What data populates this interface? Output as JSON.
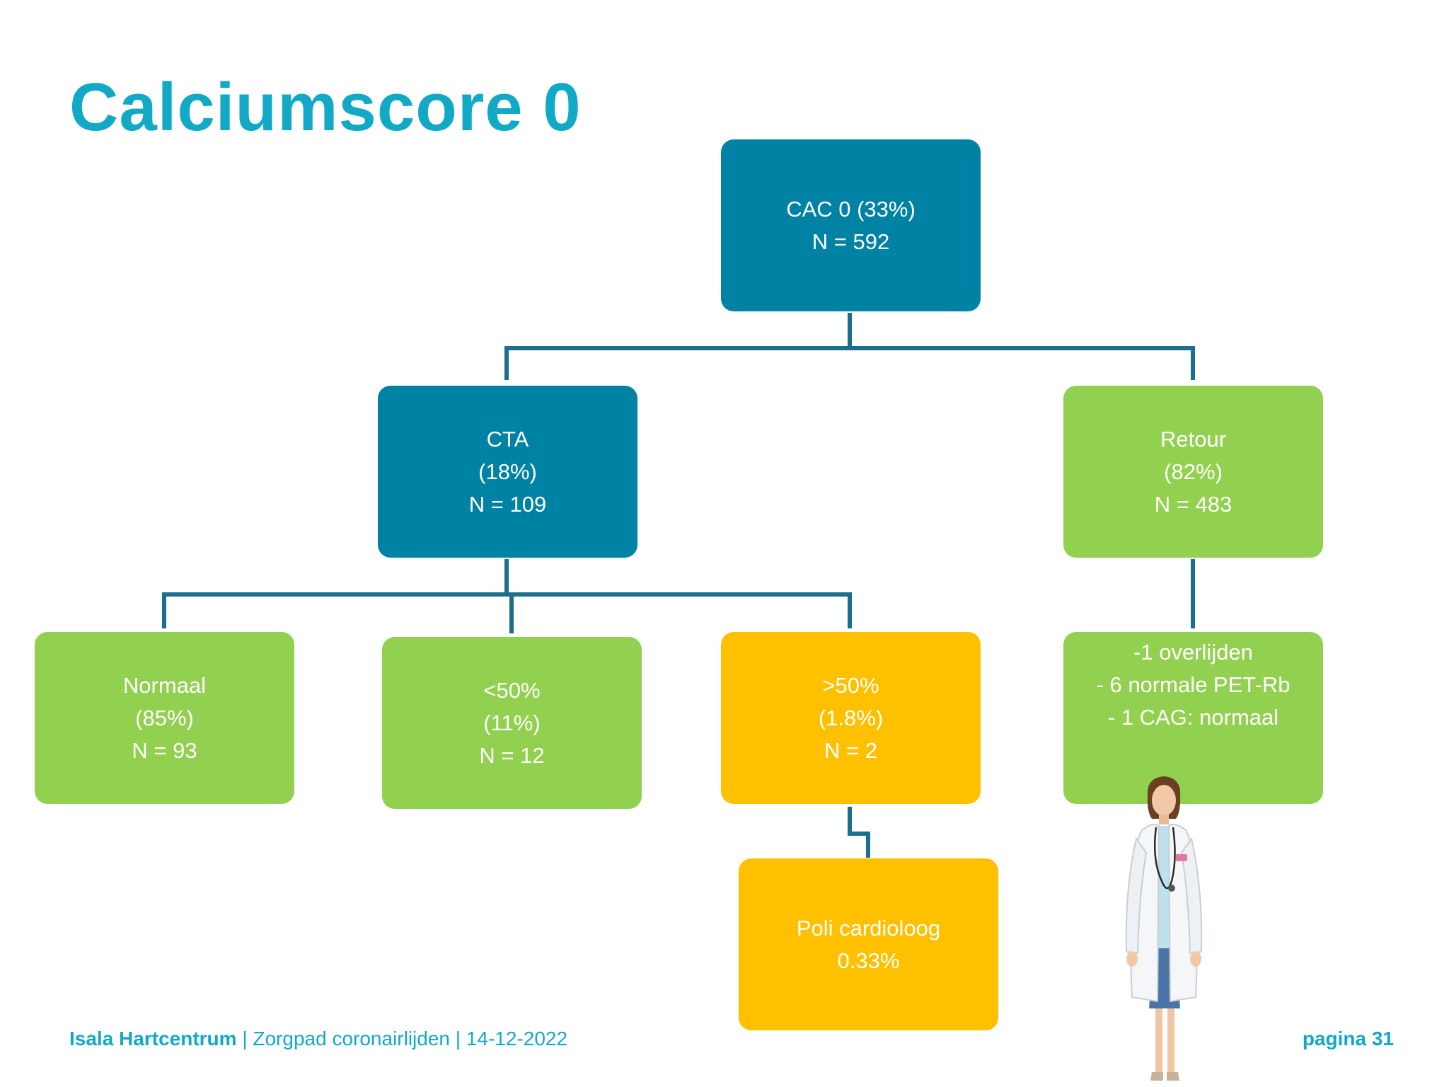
{
  "title": "Calciumscore 0",
  "nodes": {
    "root": {
      "lines": [
        "CAC 0 (33%)",
        "N = 592"
      ]
    },
    "cta": {
      "lines": [
        "CTA",
        "(18%)",
        "N = 109"
      ]
    },
    "retour": {
      "lines": [
        "Retour",
        "(82%)",
        "N = 483"
      ]
    },
    "normaal": {
      "lines": [
        "Normaal",
        "(85%)",
        "N = 93"
      ]
    },
    "lt50": {
      "lines": [
        "<50%",
        "(11%)",
        "N = 12"
      ]
    },
    "gt50": {
      "lines": [
        ">50%",
        "(1.8%)",
        "N = 2"
      ]
    },
    "retour_detail": {
      "lines": [
        "-1 overlijden",
        "- 6 normale PET-Rb",
        "- 1 CAG: normaal"
      ]
    },
    "poli": {
      "lines": [
        "Poli cardioloog",
        "0.33%"
      ]
    }
  },
  "footer": {
    "brand": "Isala Hartcentrum",
    "rest": " | Zorgpad coronairlijden | 14-12-2022",
    "page": "pagina 31"
  },
  "colors": {
    "title": "#12a9c7",
    "blue": "#0082a4",
    "green": "#92d050",
    "yellow": "#ffc000",
    "connector": "#1a6f8c"
  }
}
